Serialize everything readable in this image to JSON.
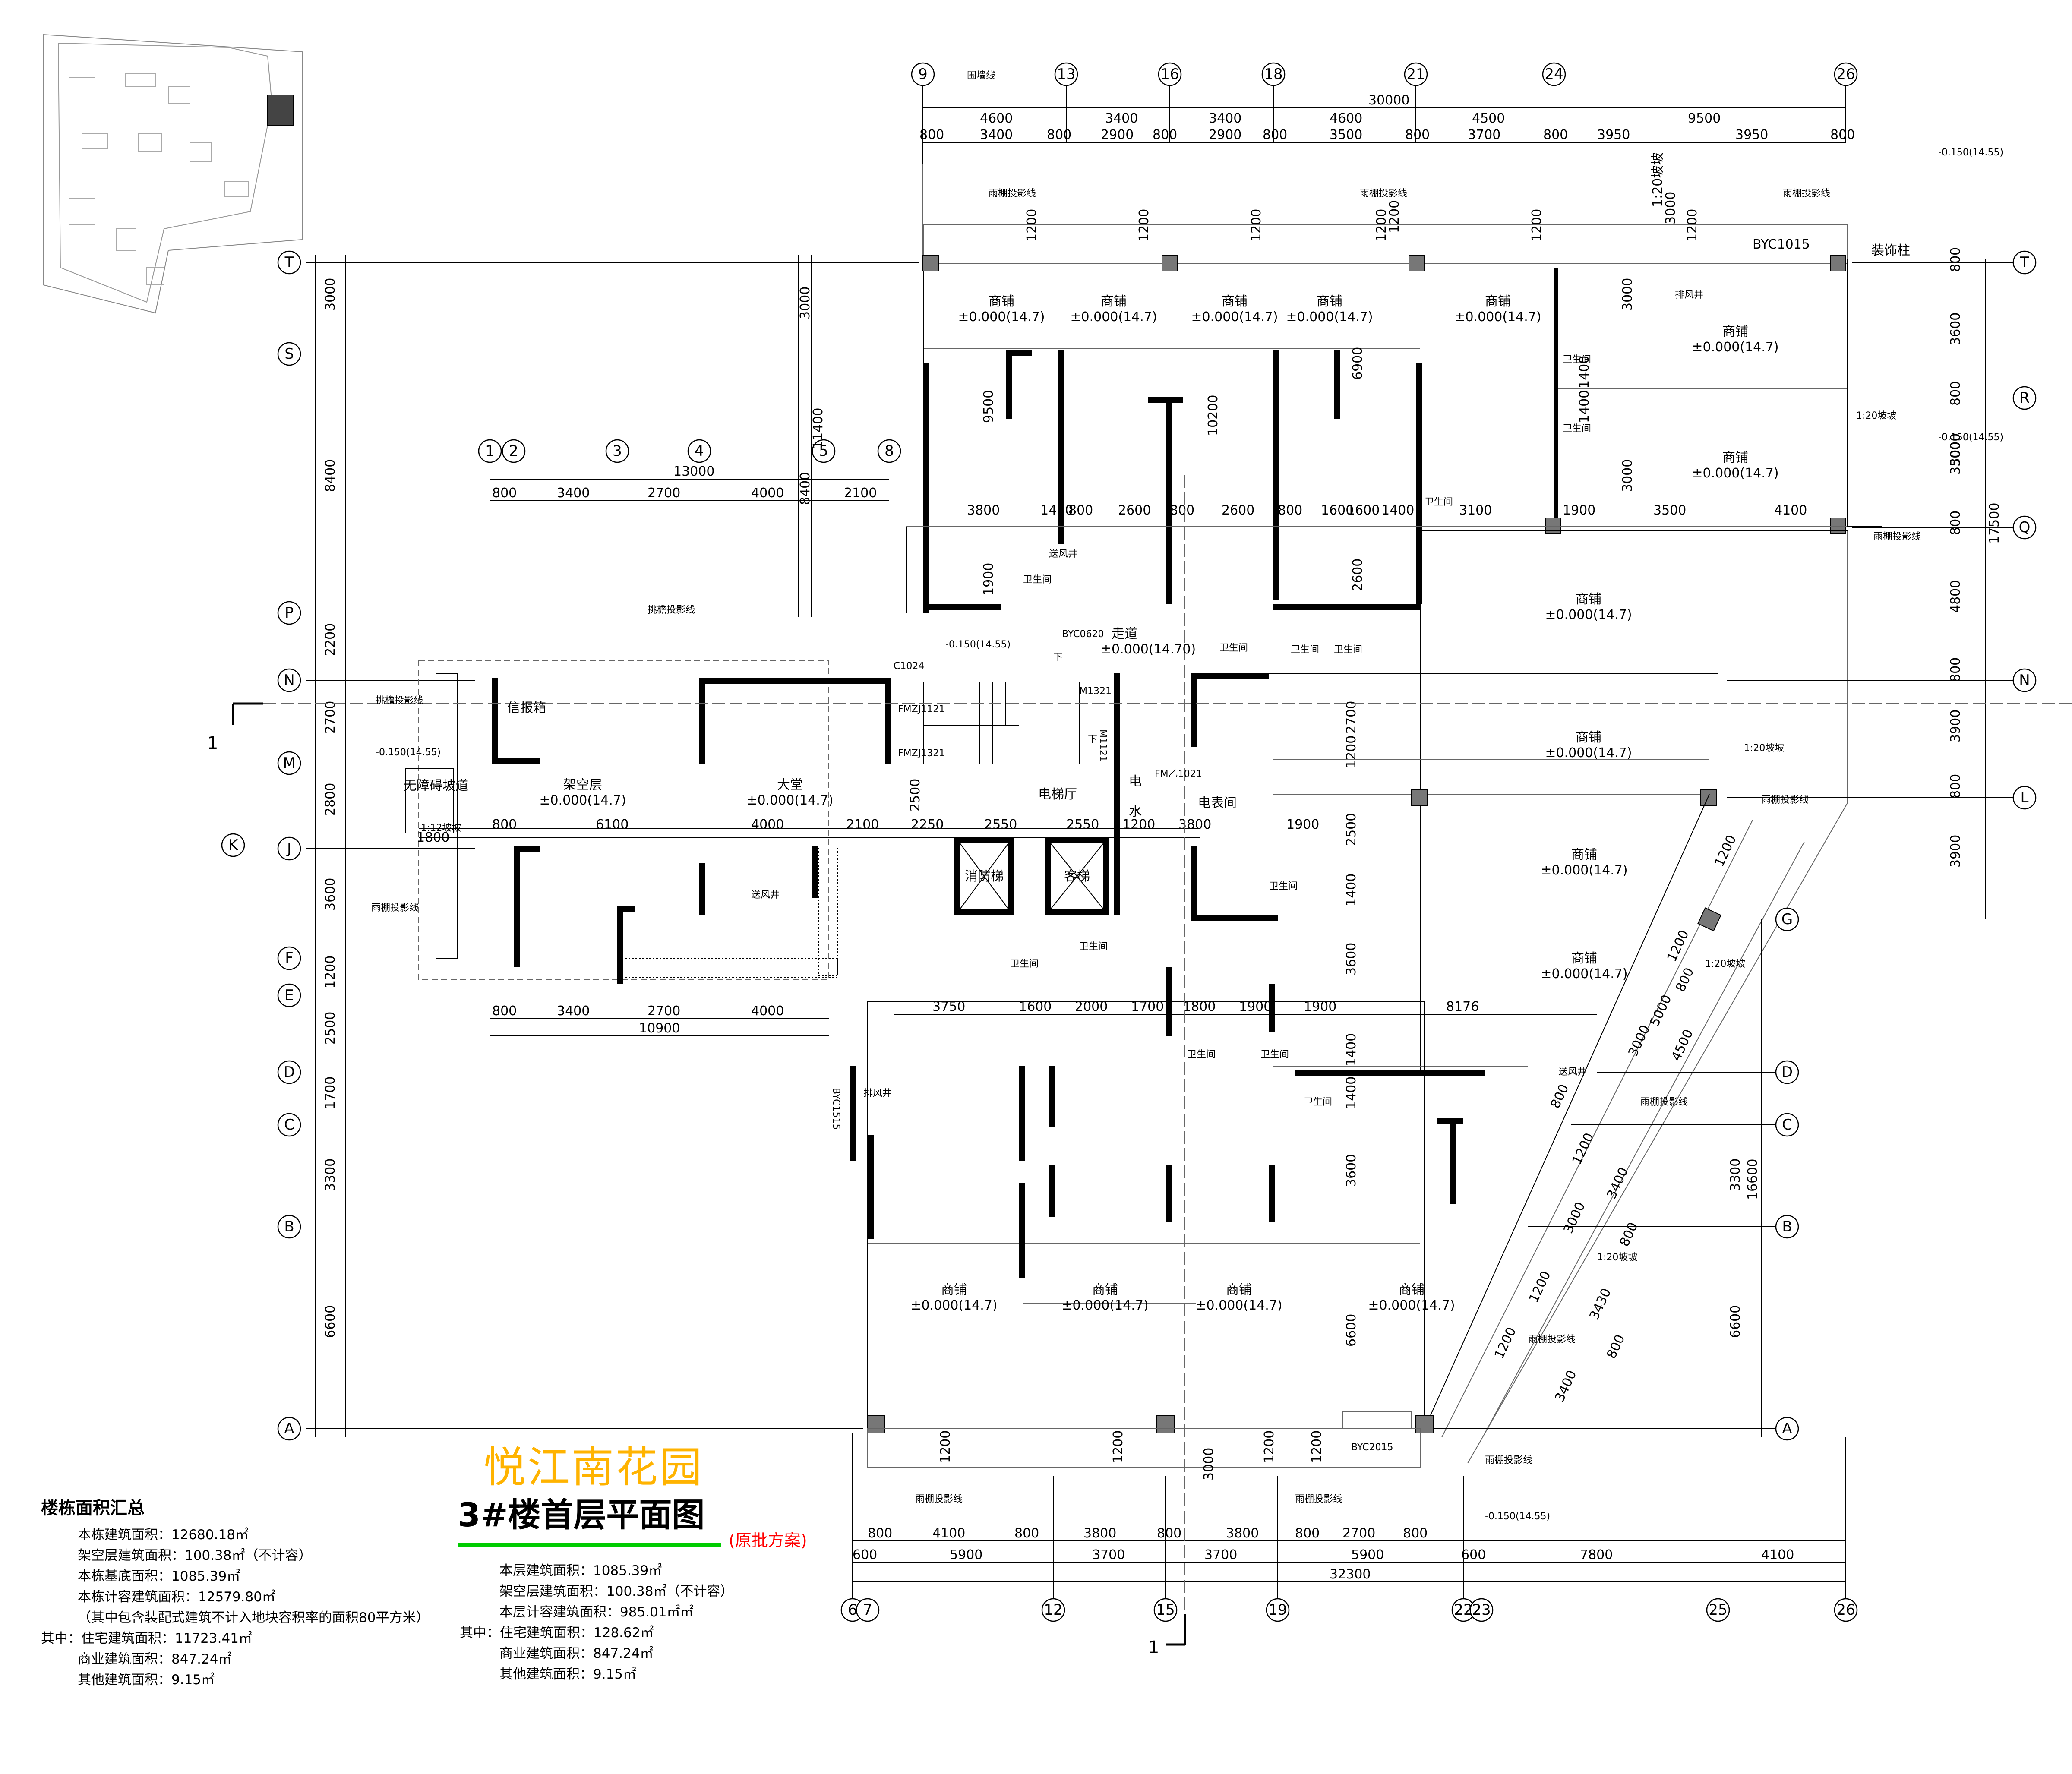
{
  "title": {
    "project_name": "悦江南花园",
    "plan_title": "3#楼首层平面图",
    "plan_note": "(原批方案)"
  },
  "summary_left": {
    "heading": "楼栋面积汇总",
    "rows": [
      "本栋建筑面积：12680.18㎡",
      "架空层建筑面积：100.38㎡（不计容）",
      "本栋基底面积：1085.39㎡",
      "本栋计容建筑面积：12579.80㎡",
      "（其中包含装配式建筑不计入地块容积率的面积80平方米）",
      "其中：住宅建筑面积：11723.41㎡",
      "商业建筑面积：847.24㎡",
      "其他建筑面积：9.15㎡"
    ]
  },
  "summary_right": {
    "rows": [
      "本层建筑面积：1085.39㎡",
      "架空层建筑面积：100.38㎡（不计容）",
      "本层计容建筑面积：985.01㎡㎡",
      "其中：住宅建筑面积：128.62㎡",
      "商业建筑面积：847.24㎡",
      "其他建筑面积：9.15㎡"
    ]
  },
  "grid_axes": {
    "top": [
      "9",
      "13",
      "16",
      "18",
      "21",
      "24",
      "26"
    ],
    "bottom": [
      "6",
      "7",
      "12",
      "15",
      "19",
      "22",
      "23",
      "25",
      "26"
    ],
    "left_rows": [
      "T",
      "S",
      "P",
      "N",
      "M",
      "J",
      "F",
      "E",
      "D",
      "C",
      "B",
      "A"
    ],
    "left_k": "K",
    "right_rows": [
      "T",
      "R",
      "Q",
      "N",
      "L",
      "G",
      "D",
      "C",
      "B",
      "A"
    ],
    "mid_row": [
      "1",
      "2",
      "3",
      "4",
      "5",
      "8"
    ]
  },
  "dimensions": {
    "top_total": "30000",
    "top_segments": [
      "4600",
      "3400",
      "3400",
      "4600",
      "4500",
      "9500"
    ],
    "top_sub": [
      "800",
      "3400",
      "800",
      "2900",
      "800",
      "2900",
      "800",
      "3500",
      "800",
      "3700",
      "800",
      "3950",
      "3950",
      "800"
    ],
    "bottom_total": "32300",
    "bottom_segments": [
      "600",
      "5900",
      "3700",
      "3700",
      "5900",
      "600",
      "7800",
      "4100"
    ],
    "bottom_sub": [
      "800",
      "4100",
      "800",
      "3800",
      "800",
      "3800",
      "800",
      "2700",
      "800"
    ],
    "left_vertical": [
      "3000",
      "8400",
      "2200",
      "2700",
      "2800",
      "3600",
      "1200",
      "2500",
      "1700",
      "3300",
      "6600"
    ],
    "mid_top": [
      "800",
      "3400",
      "2700",
      "4000",
      "2100"
    ],
    "mid_total": "13000",
    "mid_bottom": [
      "800",
      "3400",
      "2700",
      "4000"
    ],
    "mid_bottom_total": "10900",
    "right_vertical": [
      "3600",
      "3000",
      "3500",
      "4800",
      "3900",
      "3900",
      "3300",
      "6600"
    ],
    "right_total_upper": "17500",
    "right_total_lower": "16600",
    "right_small": [
      "800",
      "800",
      "800",
      "800",
      "800"
    ]
  },
  "rooms": {
    "shop": "商铺",
    "shop_level": "±0.000(14.7)",
    "toilet": "卫生间",
    "open_floor": "架空层",
    "open_floor_level": "±0.000(14.7)",
    "lobby": "大堂",
    "lobby_level": "±0.000(14.7)",
    "elevator_hall": "电梯厅",
    "meter_room": "电表间",
    "corridor": "走道",
    "corridor_level": "±0.000(14.70)",
    "fire_elevator": "消防梯",
    "passenger_elevator": "客梯",
    "electric": "电",
    "water": "水",
    "exhaust_shaft": "排风井",
    "supply_shaft": "送风井",
    "mailbox": "信报箱",
    "ramp": "无障碍坡道",
    "ramp_slope": "1:12坡坡",
    "ramp_width": "1800",
    "decor_column": "装饰柱"
  },
  "annotations": {
    "fence_line": "围墙线",
    "canopy_line": "雨棚投影线",
    "eave_line": "挑檐投影线",
    "level_outside": "-0.150(14.55)",
    "ramp_120": "1:20坡坡",
    "section_mark": "1",
    "down": "下"
  },
  "openings": [
    "BYC1015",
    "BYC0620",
    "BYC2015",
    "BYC1515",
    "C1024",
    "FMZJ1121",
    "FMZJ1321",
    "FM乙1021",
    "M1321",
    "M1121"
  ],
  "colors": {
    "project_name": "#ffb300",
    "plan_note": "#ff0000",
    "title_underline": "#00cc00"
  }
}
